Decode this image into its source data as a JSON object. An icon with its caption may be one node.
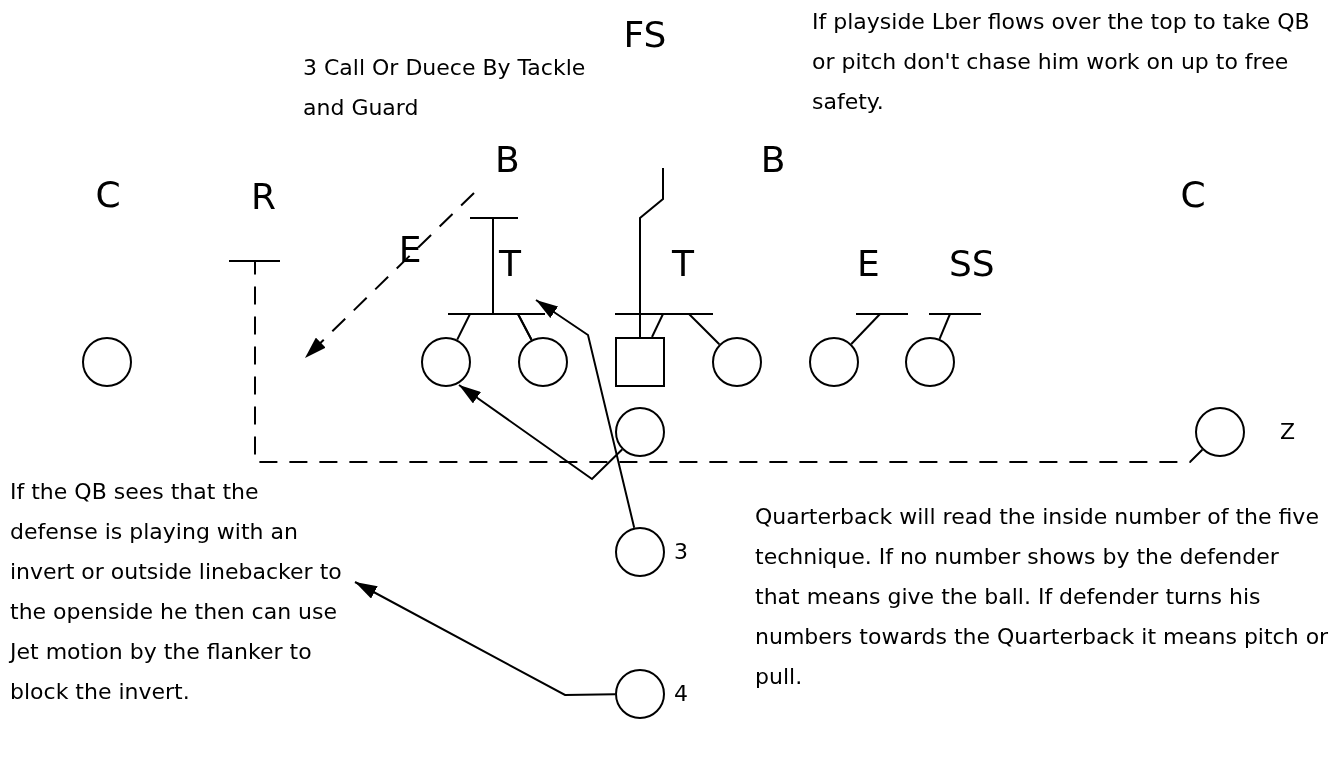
{
  "diagram": {
    "nodes": [
      {
        "text": [
          "B"
        ]
      },
      {
        "text": [
          "R"
        ]
      },
      {
        "text": [
          "T"
        ]
      },
      {
        "text": [
          "T"
        ]
      },
      {
        "text": [
          "E"
        ]
      },
      {
        "text": [
          "SS"
        ]
      },
      {
        "text": [],
        "shape": "circle"
      },
      {
        "text": [],
        "shape": "circle"
      },
      {
        "text": [],
        "shape": "circle"
      },
      {
        "text": [],
        "shape": "box"
      },
      {
        "text": [],
        "shape": "circle"
      },
      {
        "text": [],
        "shape": "circle"
      },
      {
        "text": [],
        "shape": "circle"
      },
      {
        "text": [],
        "shape": "circle"
      },
      {
        "text": [],
        "shape": "circle",
        "beside": [
          "Z"
        ]
      },
      {
        "text": [],
        "shape": "circle",
        "beside": [
          "3"
        ]
      },
      {
        "text": [],
        "shape": "circle",
        "beside": [
          "4"
        ]
      },
      {
        "text": [
          "If the QB sees that the defense is playing with an invert or outside linebacker to the openside he then can use Jet motion by the flanker to block the invert."
        ]
      }
    ],
    "edges": [
      {
        "from": 7,
        "to": 2,
        "arrow": "other"
      },
      {
        "from": 8,
        "to": 2,
        "arrow": "other"
      },
      {
        "from": 8,
        "to": 0,
        "arrow": "other"
      },
      {
        "from": 9,
        "to": 3,
        "arrow": "other"
      },
      {
        "from": 10,
        "to": 3,
        "arrow": "other"
      },
      {
        "from": 9,
        "to": null,
        "arrow": "none"
      },
      {
        "from": 11,
        "to": 4,
        "arrow": "other"
      },
      {
        "from": 12,
        "to": 5,
        "arrow": "other"
      },
      {
        "from": 14,
        "to": 1,
        "arrow": "other",
        "style": "dashed"
      },
      {
        "from": 0,
        "to": null,
        "arrow": "to",
        "style": "dashed"
      },
      {
        "from": 15,
        "to": 2,
        "arrow": "to"
      },
      {
        "from": 13,
        "to": 7,
        "arrow": "to"
      },
      {
        "from": 16,
        "to": 17,
        "arrow": "to"
      }
    ],
    "labels": [
      "FS",
      "If playside Lber flows over the top to take QB or pitch don't chase him work on up to free safety.",
      "3 Call Or Duece By Tackle and Guard",
      "B",
      "C",
      "C",
      "E",
      "Quarterback will read the inside number of the five technique.  If no number shows by the defender that means give the ball.  If defender turns his numbers towards the Quarterback it means pitch or pull."
    ]
  }
}
